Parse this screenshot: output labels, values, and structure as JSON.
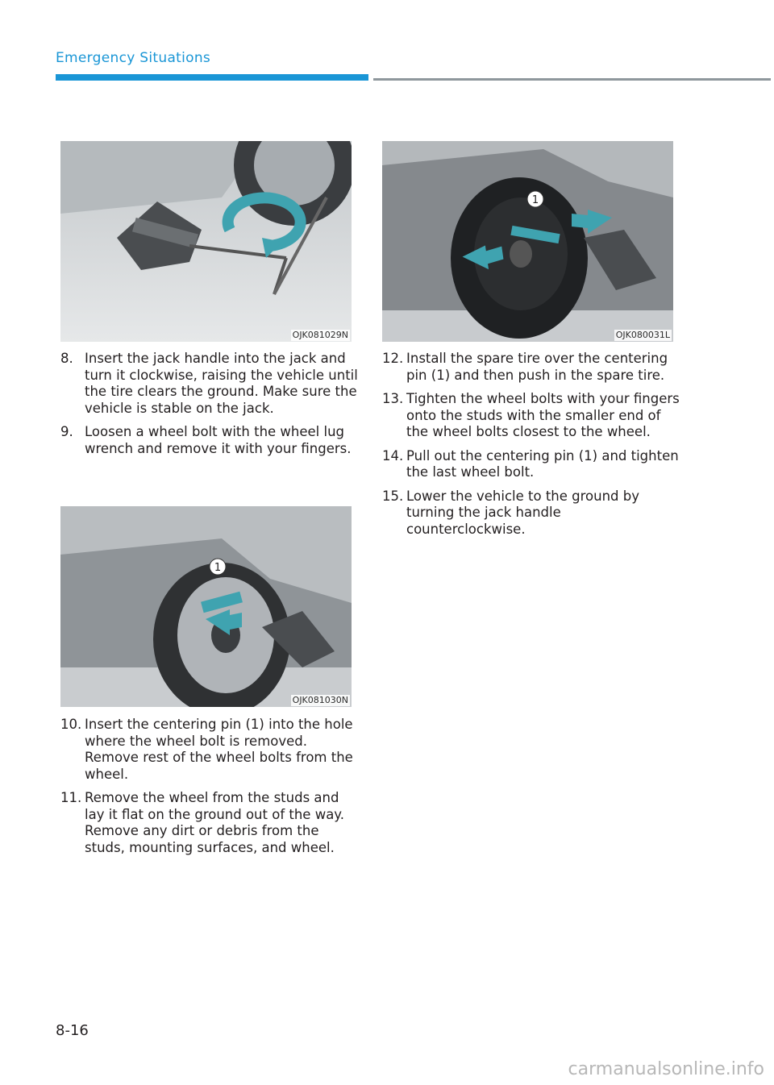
{
  "header": {
    "section_title": "Emergency Situations"
  },
  "figures": {
    "fig1": {
      "code": "OJK081029N"
    },
    "fig2": {
      "code": "OJK081030N",
      "callout": "1"
    },
    "fig3": {
      "code": "OJK080031L",
      "callout": "1"
    }
  },
  "steps_left_top": [
    {
      "num": "8.",
      "text": "Insert the jack handle into the jack and turn it clockwise, raising the vehicle until the tire clears the ground. Make sure the vehicle is stable on the jack."
    },
    {
      "num": "9.",
      "text": "Loosen a wheel bolt with the wheel lug wrench and remove it with your fingers."
    }
  ],
  "steps_left_bottom": [
    {
      "num": "10.",
      "text": "Insert the centering pin (1) into the hole where the wheel bolt is removed. Remove rest of the wheel bolts from the wheel."
    },
    {
      "num": "11.",
      "text": "Remove the wheel from the studs and lay it flat on the ground out of the way. Remove any dirt or debris from the studs, mounting surfaces, and wheel."
    }
  ],
  "steps_right": [
    {
      "num": "12.",
      "text": "Install the spare tire over the centering pin (1) and then push in the spare tire."
    },
    {
      "num": "13.",
      "text": "Tighten the wheel bolts with your fingers onto the studs with the smaller end of the wheel bolts closest to the wheel."
    },
    {
      "num": "14.",
      "text": "Pull out the centering pin (1) and tighten the last wheel bolt."
    },
    {
      "num": "15.",
      "text": "Lower the vehicle to the ground by turning the jack handle counterclockwise."
    }
  ],
  "footer": {
    "page_number": "8-16",
    "watermark": "carmanualsonline.info"
  },
  "colors": {
    "accent": "#1a96d6",
    "rule_gray": "#8e979c",
    "arrow_teal": "#3fa3b0"
  }
}
